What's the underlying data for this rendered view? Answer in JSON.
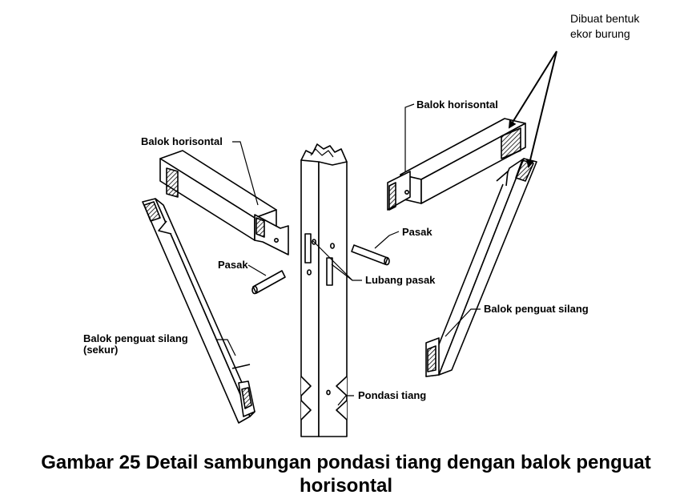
{
  "labels": {
    "callout_line1": "Dibuat bentuk",
    "callout_line2": "ekor burung",
    "balok_horisontal_left": "Balok horisontal",
    "balok_horisontal_right": "Balok horisontal",
    "pasak_left": "Pasak",
    "pasak_right": "Pasak",
    "lubang_pasak": "Lubang pasak",
    "penguat_silang_right": "Balok penguat  silang",
    "penguat_silang_left_line1": "Balok penguat silang",
    "penguat_silang_left_line2": "(sekur)",
    "pondasi_tiang": "Pondasi tiang"
  },
  "caption": {
    "line1": "Gambar 25  Detail sambungan pondasi tiang dengan balok penguat",
    "line2": "horisontal"
  },
  "colors": {
    "ink": "#000000",
    "paper": "#ffffff"
  }
}
